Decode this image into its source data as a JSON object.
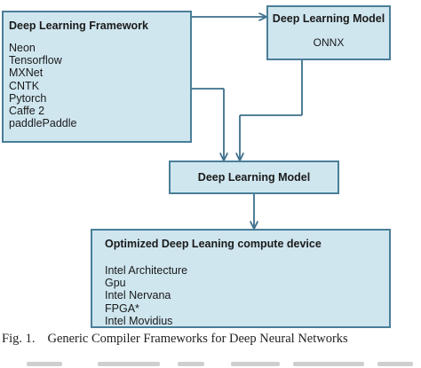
{
  "framework_box": {
    "title": "Deep Learning Framework",
    "items": [
      "Neon",
      "Tensorflow",
      "MXNet",
      "CNTK",
      "Pytorch",
      "Caffe 2",
      "paddlePaddle"
    ]
  },
  "onnx_box": {
    "title": "Deep Learning Model",
    "subtitle": "ONNX"
  },
  "model_box": {
    "title": "Deep Learning Model"
  },
  "device_box": {
    "title": "Optimized Deep Leaning compute device",
    "items": [
      "Intel Architecture",
      "Gpu",
      "Intel Nervana",
      "FPGA*",
      "Intel Movidius"
    ]
  },
  "caption": {
    "number": "Fig. 1.",
    "text": "Generic Compiler Frameworks for Deep Neural Networks"
  },
  "colors": {
    "box_fill": "#cfe6ef",
    "box_border": "#4a7e98",
    "arrow": "#3d6f8a"
  }
}
